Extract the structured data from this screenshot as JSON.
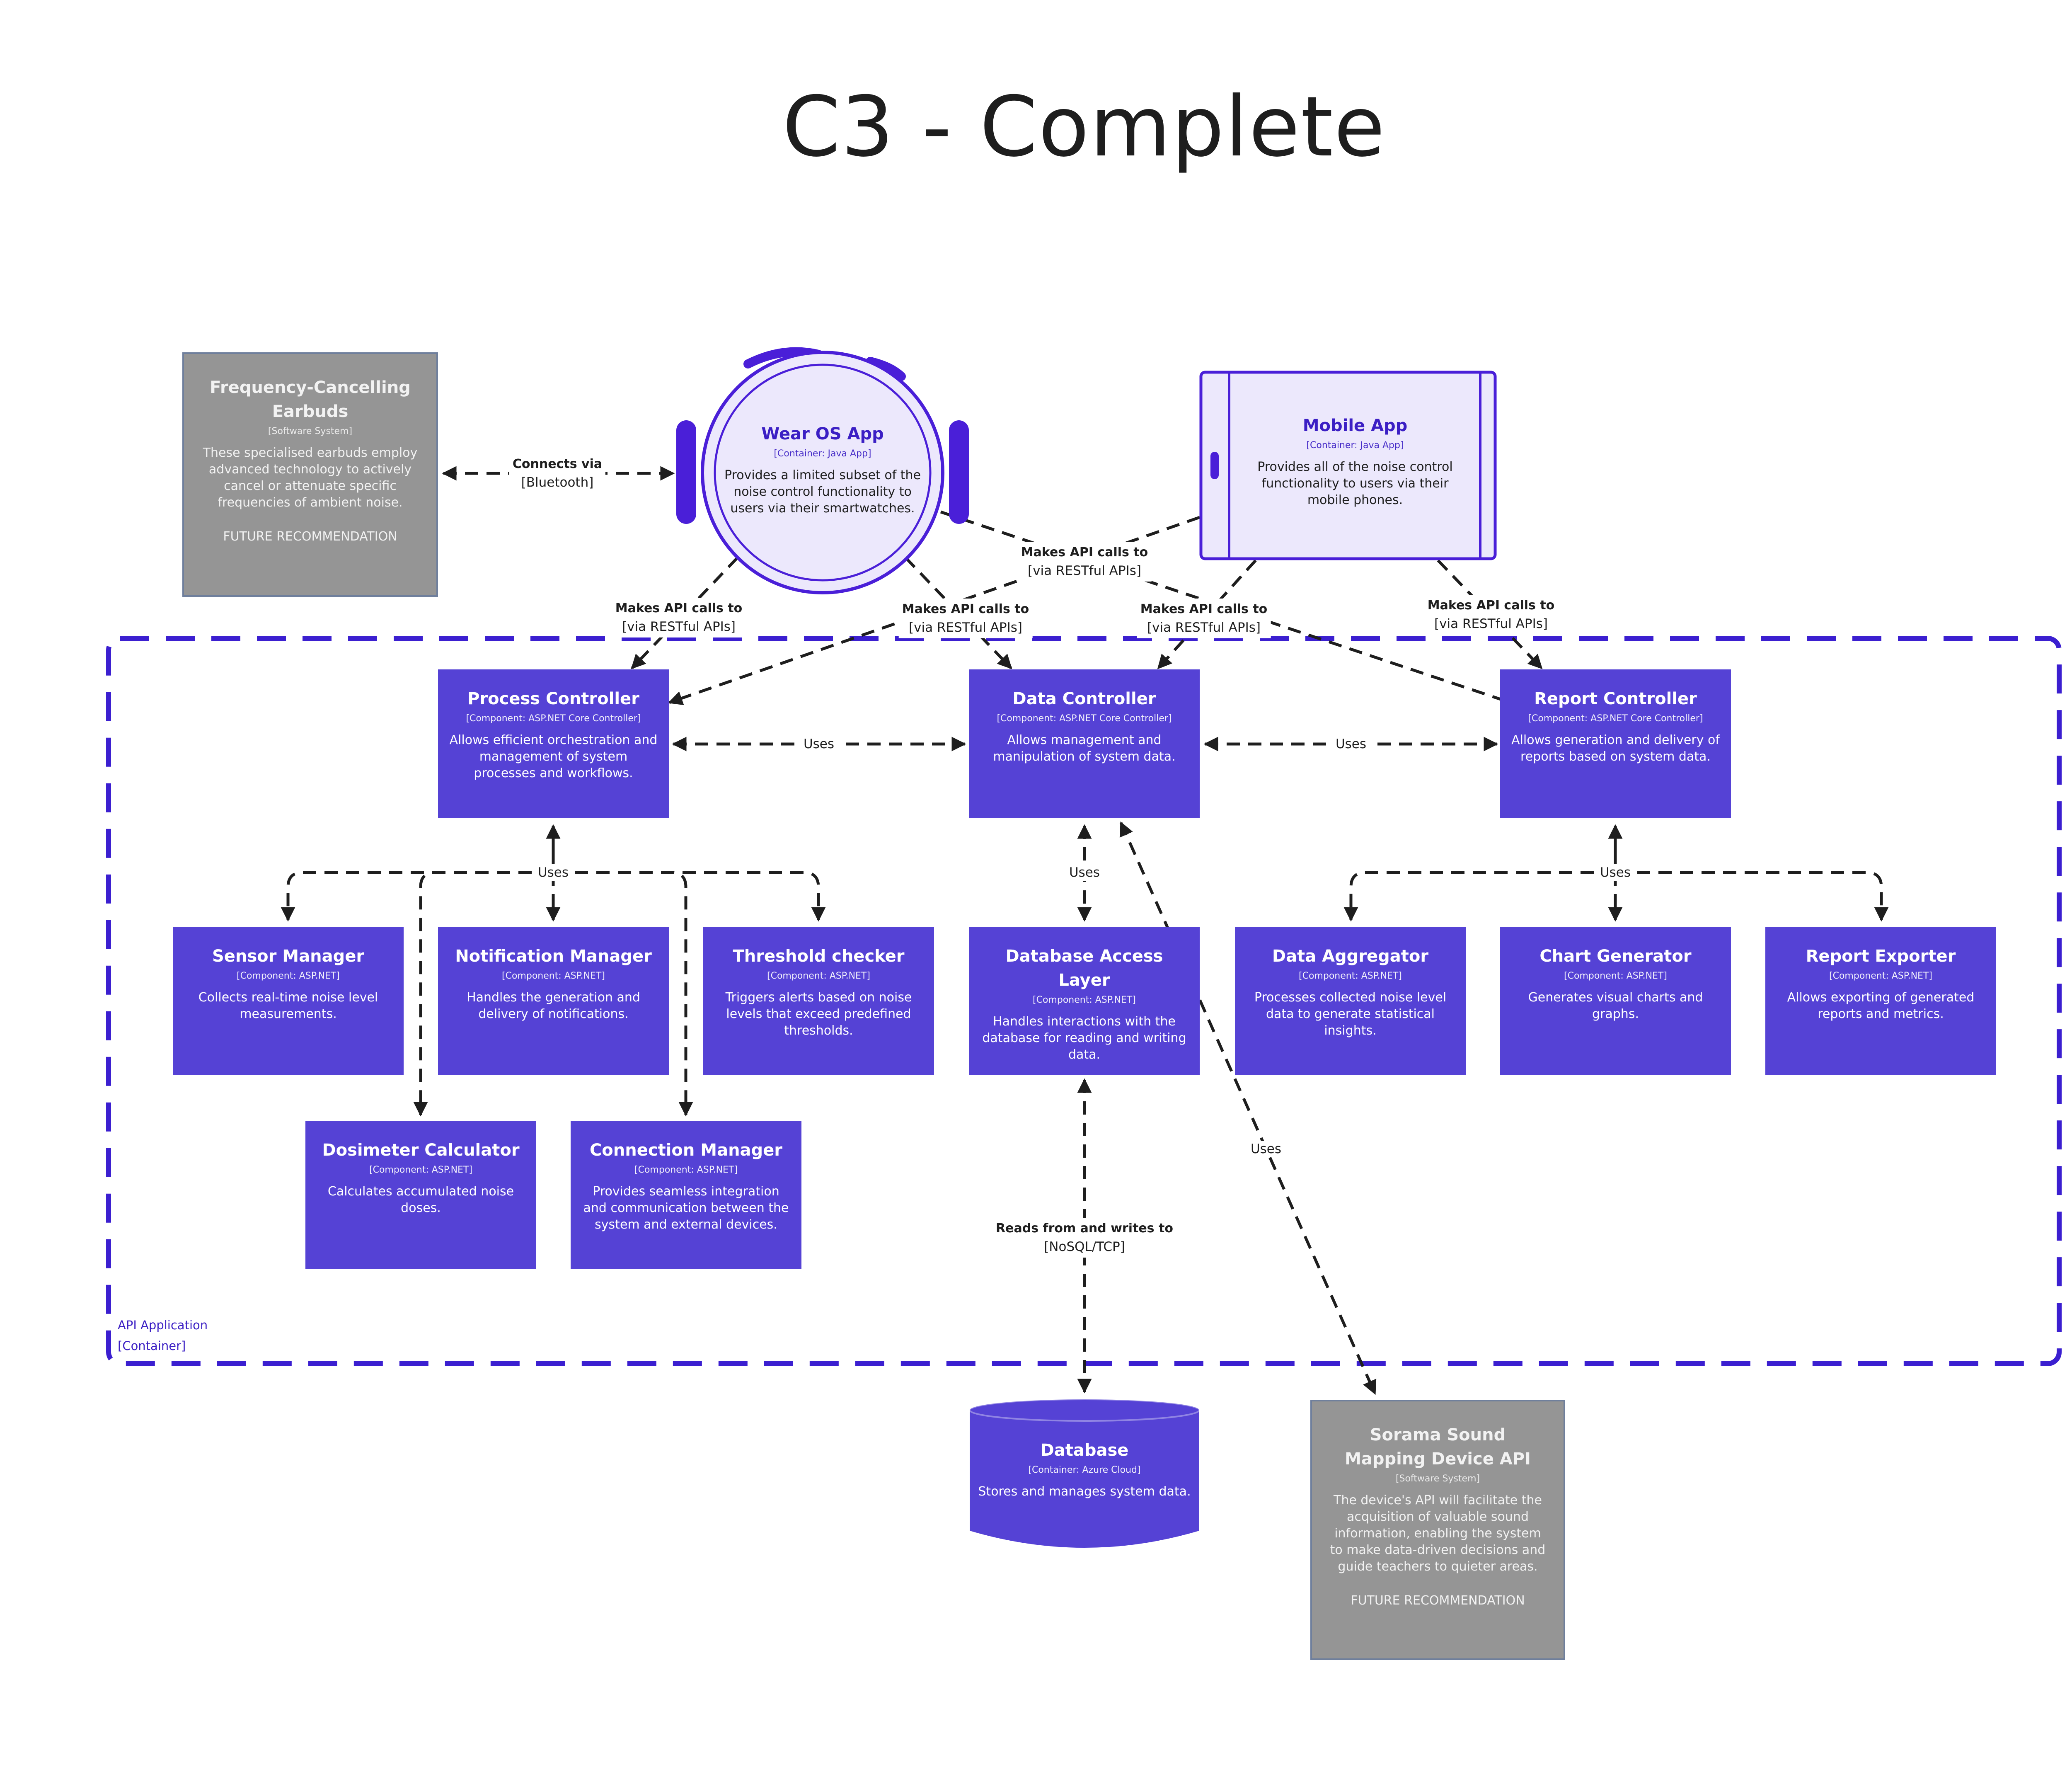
{
  "title": "C3 - Complete",
  "container": {
    "name": "API Application",
    "type": "[Container]"
  },
  "external": {
    "earbuds": {
      "name": "Frequency-Cancelling Earbuds",
      "type": "[Software System]",
      "desc": "These specialised earbuds employ advanced technology to actively cancel or attenuate specific frequencies of ambient noise.",
      "note": "FUTURE RECOMMENDATION"
    },
    "sorama": {
      "name": "Sorama Sound Mapping Device API",
      "type": "[Software System]",
      "desc": "The device's API will facilitate the acquisition of valuable sound information, enabling the system to make data-driven decisions and guide teachers to quieter areas.",
      "note": "FUTURE RECOMMENDATION"
    }
  },
  "apps": {
    "wear_os": {
      "name": "Wear OS App",
      "type": "[Container: Java App]",
      "desc": "Provides a limited subset of the noise control functionality to users via their smartwatches."
    },
    "mobile": {
      "name": "Mobile App",
      "type": "[Container: Java App]",
      "desc": "Provides all of the noise control functionality to users via their mobile phones."
    }
  },
  "components": {
    "process_controller": {
      "name": "Process Controller",
      "type": "[Component: ASP.NET Core Controller]",
      "desc": "Allows efficient orchestration and management of system processes and workflows."
    },
    "data_controller": {
      "name": "Data Controller",
      "type": "[Component: ASP.NET Core Controller]",
      "desc": "Allows management and manipulation of system data."
    },
    "report_controller": {
      "name": "Report Controller",
      "type": "[Component: ASP.NET Core Controller]",
      "desc": "Allows generation and delivery of reports based on system data."
    },
    "sensor_manager": {
      "name": "Sensor Manager",
      "type": "[Component: ASP.NET]",
      "desc": "Collects real-time noise level measurements."
    },
    "notification_manager": {
      "name": "Notification Manager",
      "type": "[Component: ASP.NET]",
      "desc": "Handles the generation and delivery of notifications."
    },
    "threshold_checker": {
      "name": "Threshold checker",
      "type": "[Component: ASP.NET]",
      "desc": "Triggers alerts based on noise levels that exceed predefined thresholds."
    },
    "database_access_layer": {
      "name": "Database Access Layer",
      "type": "[Component: ASP.NET]",
      "desc": "Handles interactions with the database for reading and writing data."
    },
    "data_aggregator": {
      "name": "Data Aggregator",
      "type": "[Component: ASP.NET]",
      "desc": "Processes collected noise level data to generate statistical insights."
    },
    "chart_generator": {
      "name": "Chart Generator",
      "type": "[Component: ASP.NET]",
      "desc": "Generates visual charts and graphs."
    },
    "report_exporter": {
      "name": "Report Exporter",
      "type": "[Component: ASP.NET]",
      "desc": "Allows exporting of generated reports and metrics."
    },
    "dosimeter_calculator": {
      "name": "Dosimeter Calculator",
      "type": "[Component: ASP.NET]",
      "desc": "Calculates accumulated noise doses."
    },
    "connection_manager": {
      "name": "Connection Manager",
      "type": "[Component: ASP.NET]",
      "desc": "Provides seamless integration and communication between the system and external devices."
    }
  },
  "database": {
    "name": "Database",
    "type": "[Container: Azure Cloud]",
    "desc": "Stores and manages system data."
  },
  "relations": {
    "connects_via": {
      "line1": "Connects via",
      "line2": "[Bluetooth]"
    },
    "api_wear_process": {
      "line1": "Makes API calls to",
      "line2": "[via RESTful APIs]"
    },
    "api_wear_data": {
      "line1": "Makes API calls to",
      "line2": "[via RESTful APIs]"
    },
    "api_wear_report": {
      "line1": "Makes API calls to",
      "line2": "[via RESTful APIs]"
    },
    "api_mobile_data": {
      "line1": "Makes API calls to",
      "line2": "[via RESTful APIs]"
    },
    "api_mobile_report": {
      "line1": "Makes API calls to",
      "line2": "[via RESTful APIs]"
    },
    "uses_process_data": "Uses",
    "uses_data_report": "Uses",
    "uses_process_children": "Uses",
    "uses_data_dal": "Uses",
    "uses_report_children": "Uses",
    "uses_data_sorama": "Uses",
    "reads_writes": {
      "line1": "Reads from and writes to",
      "line2": "[NoSQL/TCP]"
    }
  }
}
